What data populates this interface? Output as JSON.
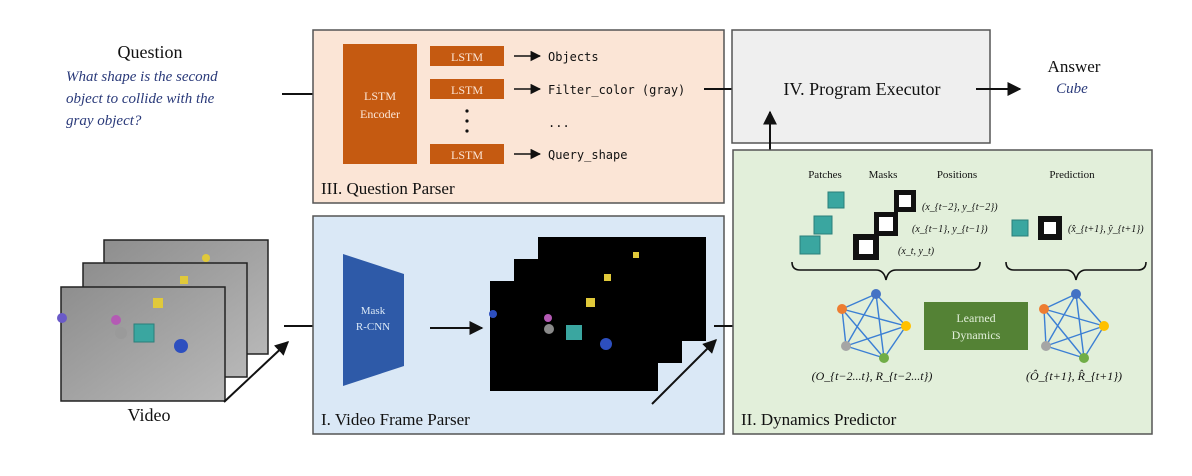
{
  "question": {
    "heading": "Question",
    "text_line1": "What shape is the second",
    "text_line2": "object to collide with the",
    "text_line3": "gray object?"
  },
  "answer": {
    "heading": "Answer",
    "value": "Cube"
  },
  "video_label": "Video",
  "question_parser": {
    "title": "III. Question Parser",
    "encoder_line1": "LSTM",
    "encoder_line2": "Encoder",
    "lstm_label": "LSTM",
    "outputs": [
      "Objects",
      "Filter_color (gray)",
      "...",
      "Query_shape"
    ]
  },
  "program_executor": {
    "title": "IV. Program Executor"
  },
  "video_frame_parser": {
    "title": "I. Video Frame Parser",
    "model_line1": "Mask",
    "model_line2": "R-CNN"
  },
  "dynamics_predictor": {
    "title": "II. Dynamics Predictor",
    "col_patches": "Patches",
    "col_masks": "Masks",
    "col_positions": "Positions",
    "col_prediction": "Prediction",
    "pos1": "(x_{t−2}, y_{t−2})",
    "pos2": "(x_{t−1}, y_{t−1})",
    "pos3": "(x_t, y_t)",
    "pred_pos": "(x̂_{t+1}, ŷ_{t+1})",
    "graph_in_label": "(O_{t−2...t}, R_{t−2...t})",
    "graph_out_label": "(Ô_{t+1}, R̂_{t+1})",
    "learned_line1": "Learned",
    "learned_line2": "Dynamics"
  },
  "colors": {
    "parser_bg": "#fbe5d6",
    "parser_border": "#555555",
    "lstm_orange": "#c55a11",
    "executor_bg": "#efefef",
    "frame_bg": "#dae8f6",
    "maskrcnn_blue": "#2e5aa8",
    "dynamics_bg": "#e2efda",
    "learned_green": "#548235",
    "graph_edge": "#3b7fd4",
    "node_blue": "#4472c4",
    "node_orange": "#ed7d31",
    "node_yellow": "#ffc000",
    "node_green": "#70ad47",
    "node_gray": "#a5a5a5",
    "cube_teal": "#3aa6a0"
  }
}
